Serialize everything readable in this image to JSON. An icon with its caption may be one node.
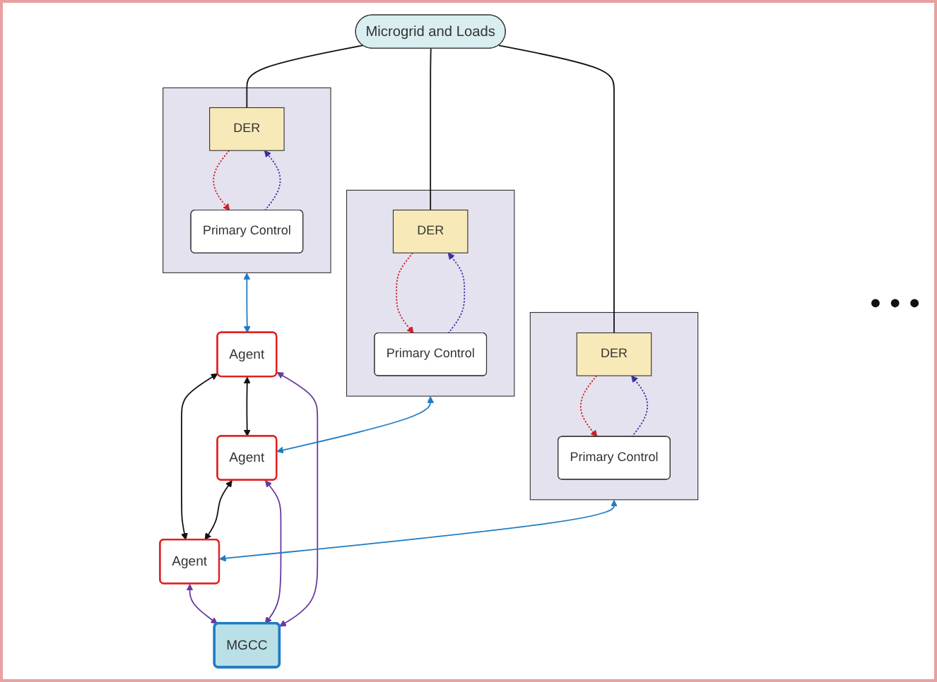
{
  "diagram": {
    "nodes": [
      {
        "text": [
          "Microgrid and Loads"
        ]
      },
      {
        "text": [],
        "shape": "box"
      },
      {
        "text": [
          "DER"
        ],
        "in": 1
      },
      {
        "text": [
          "Primary Control"
        ],
        "in": 1
      },
      {
        "text": [],
        "shape": "box"
      },
      {
        "text": [
          "DER"
        ],
        "in": 4
      },
      {
        "text": [
          "Primary Control"
        ],
        "in": 4
      },
      {
        "text": [],
        "shape": "box"
      },
      {
        "text": [
          "DER"
        ],
        "in": 7
      },
      {
        "text": [
          "Primary Control"
        ],
        "in": 7
      },
      {
        "text": [
          "Agent"
        ]
      },
      {
        "text": [
          "Agent"
        ]
      },
      {
        "text": [
          "Agent"
        ]
      },
      {
        "text": [
          "MGCC"
        ]
      }
    ],
    "edges": [
      {
        "from": 0,
        "to": 2,
        "arrow": "none"
      },
      {
        "from": 0,
        "to": 5,
        "arrow": "none"
      },
      {
        "from": 0,
        "to": 8,
        "arrow": "none"
      },
      {
        "from": 2,
        "to": 3,
        "arrow": "to",
        "style": "dashed",
        "color": "#cc1f2a"
      },
      {
        "from": 3,
        "to": 2,
        "arrow": "to",
        "style": "dashed",
        "color": "#3b2fa8"
      },
      {
        "from": 5,
        "to": 6,
        "arrow": "to",
        "style": "dashed",
        "color": "#cc1f2a"
      },
      {
        "from": 6,
        "to": 5,
        "arrow": "to",
        "style": "dashed",
        "color": "#3b2fa8"
      },
      {
        "from": 8,
        "to": 9,
        "arrow": "to",
        "style": "dashed",
        "color": "#cc1f2a"
      },
      {
        "from": 9,
        "to": 8,
        "arrow": "to",
        "style": "dashed",
        "color": "#3b2fa8"
      },
      {
        "from": 1,
        "to": 10,
        "arrow": "both",
        "color": "#1f7cc4"
      },
      {
        "from": 4,
        "to": 11,
        "arrow": "both",
        "color": "#1f7cc4"
      },
      {
        "from": 7,
        "to": 12,
        "arrow": "both",
        "color": "#1f7cc4"
      },
      {
        "from": 10,
        "to": 12,
        "arrow": "both"
      },
      {
        "from": 10,
        "to": 11,
        "arrow": "both"
      },
      {
        "from": 11,
        "to": 12,
        "arrow": "both"
      },
      {
        "from": 10,
        "to": 13,
        "arrow": "both",
        "color": "#6a3a9e"
      },
      {
        "from": 11,
        "to": 13,
        "arrow": "both",
        "color": "#6a3a9e"
      },
      {
        "from": 12,
        "to": 13,
        "arrow": "both",
        "color": "#6a3a9e"
      }
    ],
    "labels": [
      "• • •"
    ]
  }
}
